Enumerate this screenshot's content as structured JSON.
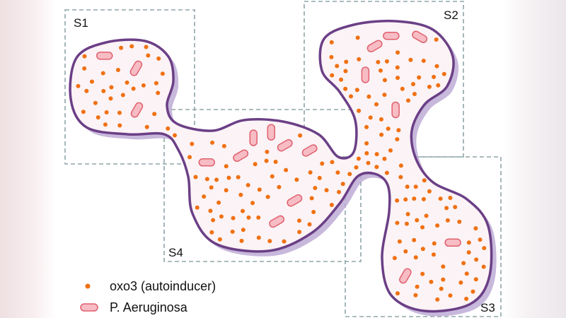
{
  "regions": [
    {
      "id": "S1",
      "label": "S1"
    },
    {
      "id": "S2",
      "label": "S2"
    },
    {
      "id": "S3",
      "label": "S3"
    },
    {
      "id": "S4",
      "label": "S4"
    }
  ],
  "legend": {
    "autoinducer": "oxo3 (autoinducer)",
    "bacteria": "P. Aeruginosa"
  },
  "colors": {
    "membrane": "#6b3f86",
    "shadow": "#b9a6d3",
    "fill": "#fbf3f6",
    "dot": "#f07010",
    "rod_fill": "#f7bcc4",
    "rod_stroke": "#e0606e",
    "dashed_box": "#8fa5a8"
  }
}
